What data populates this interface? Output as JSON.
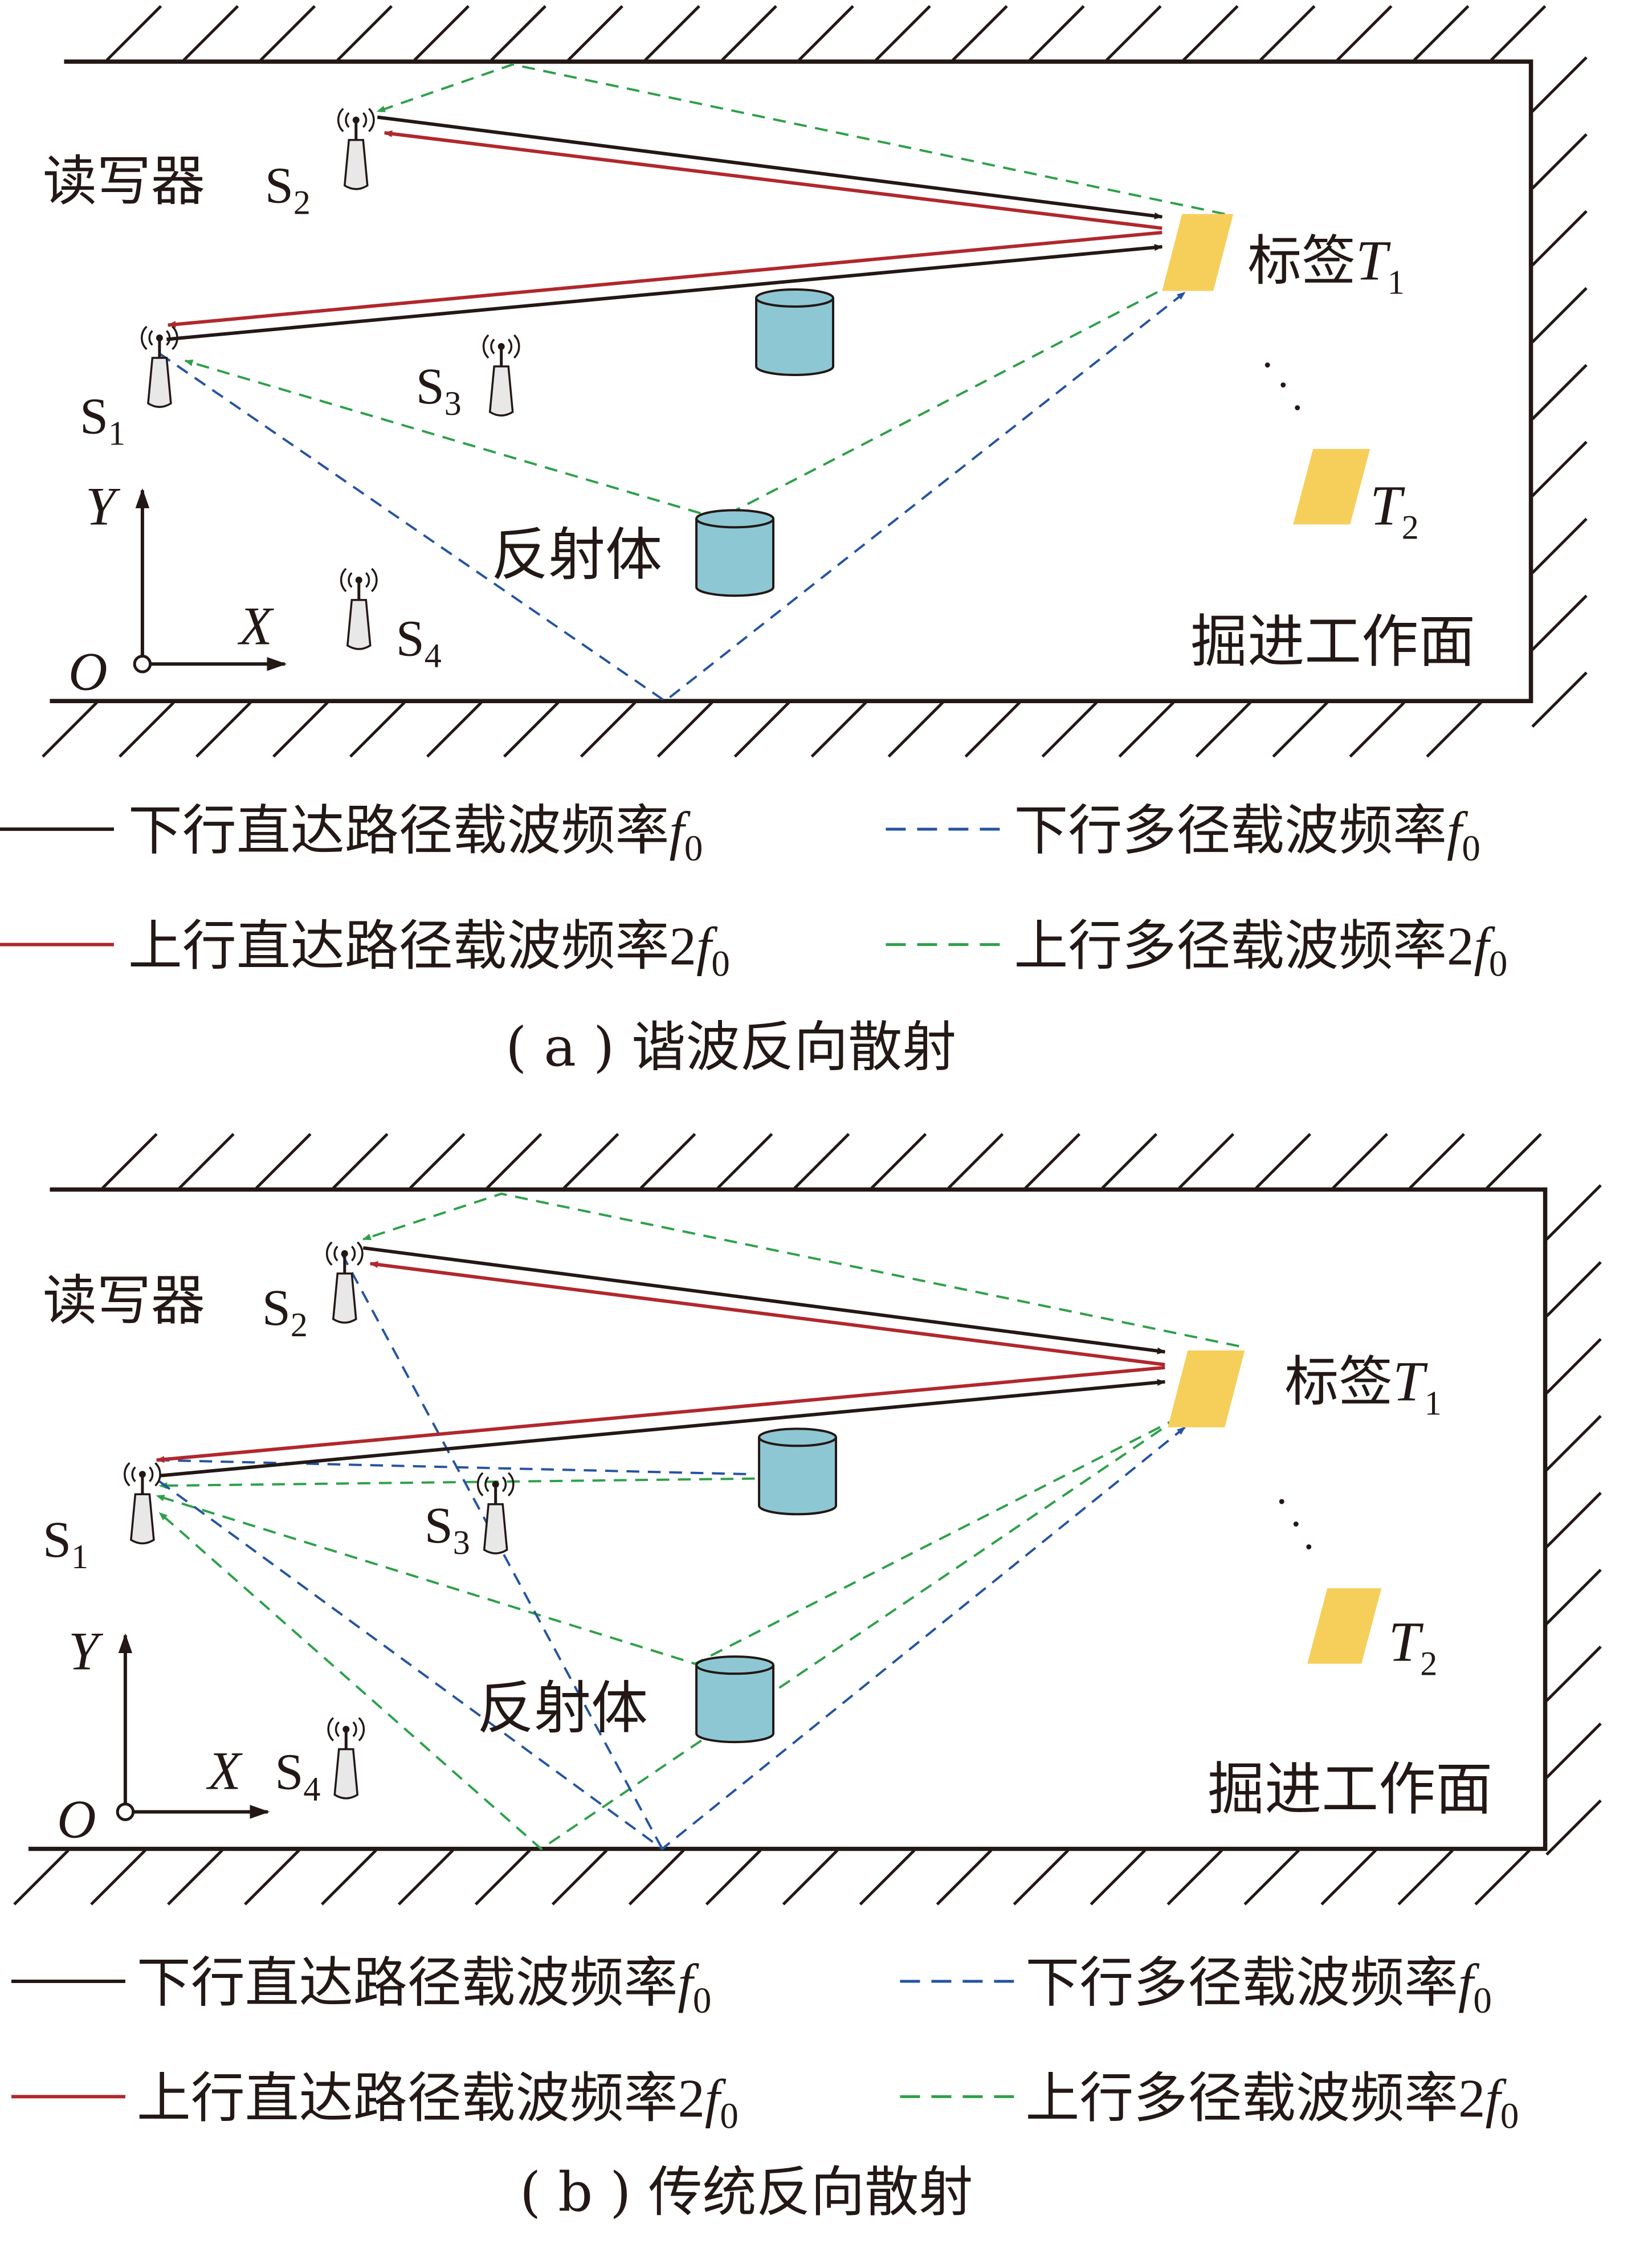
{
  "colors": {
    "wall": "#231815",
    "downlink_direct": "#231815",
    "uplink_direct": "#b0282d",
    "downlink_multipath": "#2554a0",
    "uplink_multipath": "#2ea049",
    "tag_fill": "#f6cf5b",
    "reflector_fill": "#8dc7d3",
    "antenna_fill": "#e8e8e8"
  },
  "icons": {
    "reader": "antenna-icon",
    "tag": "tag-rfid-icon",
    "reflector": "cylinder-icon"
  },
  "panel_a": {
    "reader_label": "读写器",
    "s1": {
      "base": "S",
      "sub": "1"
    },
    "s2": {
      "base": "S",
      "sub": "2"
    },
    "s3": {
      "base": "S",
      "sub": "3"
    },
    "s4": {
      "base": "S",
      "sub": "4"
    },
    "tag1": {
      "text": "标签",
      "var": "T",
      "sub": "1"
    },
    "tag2": {
      "var": "T",
      "sub": "2"
    },
    "ellipsis": "·",
    "reflector_label": "反射体",
    "face_label": "掘进工作面",
    "axis": {
      "x": "X",
      "y": "Y",
      "o": "O"
    },
    "caption": "( a ) 谐波反向散射",
    "legend": {
      "down_direct": {
        "text": "下行直达路径载波频率",
        "coef": "",
        "f": "f",
        "sub": "0"
      },
      "up_direct": {
        "text": "上行直达路径载波频率",
        "coef": "2",
        "f": "f",
        "sub": "0"
      },
      "down_multi": {
        "text": "下行多径载波频率",
        "coef": "",
        "f": "f",
        "sub": "0"
      },
      "up_multi": {
        "text": "上行多径载波频率",
        "coef": "2",
        "f": "f",
        "sub": "0"
      }
    }
  },
  "panel_b": {
    "reader_label": "读写器",
    "s1": {
      "base": "S",
      "sub": "1"
    },
    "s2": {
      "base": "S",
      "sub": "2"
    },
    "s3": {
      "base": "S",
      "sub": "3"
    },
    "s4": {
      "base": "S",
      "sub": "4"
    },
    "tag1": {
      "text": "标签",
      "var": "T",
      "sub": "1"
    },
    "tag2": {
      "var": "T",
      "sub": "2"
    },
    "ellipsis": "·",
    "reflector_label": "反射体",
    "face_label": "掘进工作面",
    "axis": {
      "x": "X",
      "y": "Y",
      "o": "O"
    },
    "caption": "( b ) 传统反向散射",
    "legend": {
      "down_direct": {
        "text": "下行直达路径载波频率",
        "coef": "",
        "f": "f",
        "sub": "0"
      },
      "up_direct": {
        "text": "上行直达路径载波频率",
        "coef": "2",
        "f": "f",
        "sub": "0"
      },
      "down_multi": {
        "text": "下行多径载波频率",
        "coef": "",
        "f": "f",
        "sub": "0"
      },
      "up_multi": {
        "text": "上行多径载波频率",
        "coef": "2",
        "f": "f",
        "sub": "0"
      }
    }
  }
}
